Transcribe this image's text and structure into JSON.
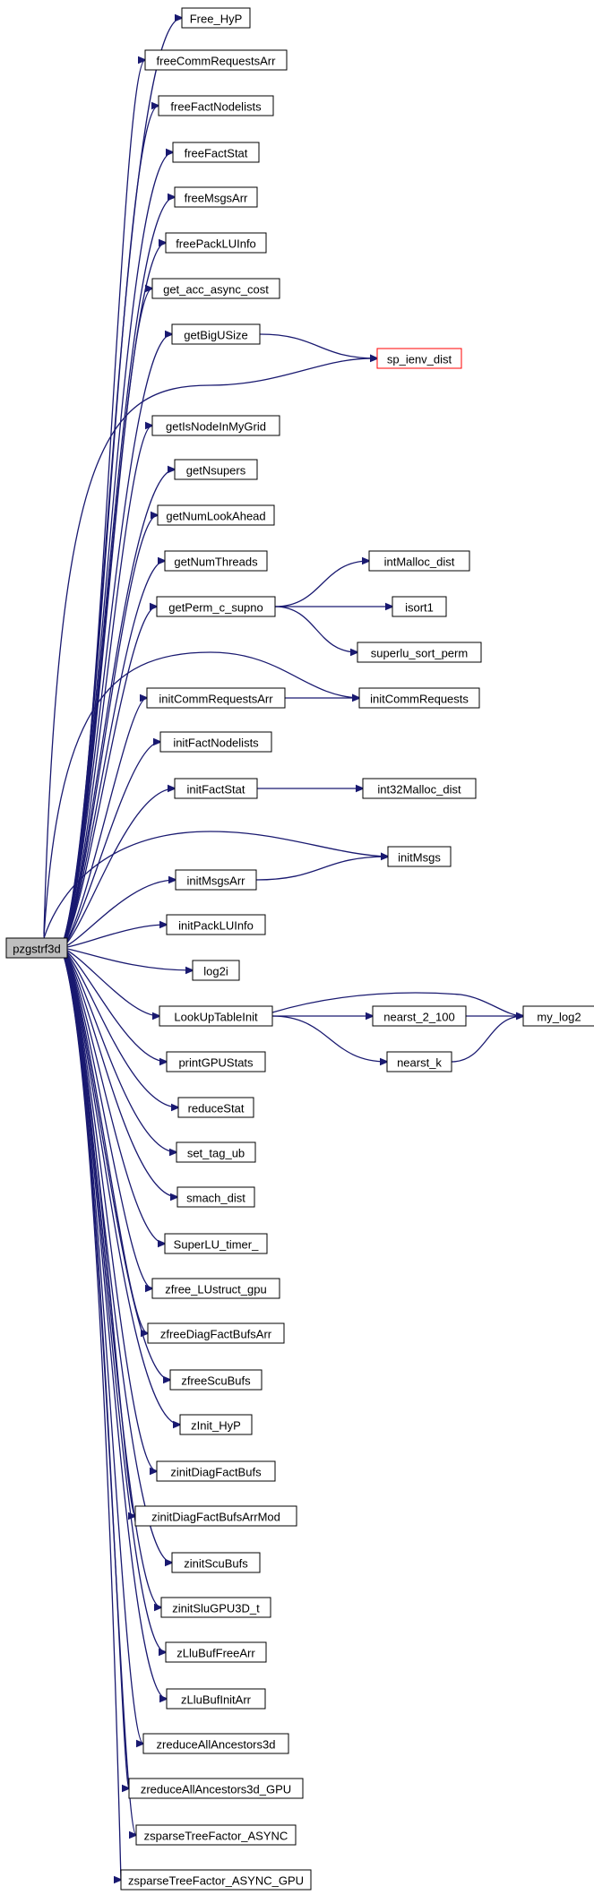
{
  "graph": {
    "edge_color": "#191970",
    "root_fill": "#bfbfbf",
    "highlight_border": "#ff0000",
    "root": "pzgstrf3d",
    "nodes": [
      {
        "id": "pzgstrf3d",
        "label": "pzgstrf3d"
      },
      {
        "id": "Free_HyP",
        "label": "Free_HyP"
      },
      {
        "id": "freeCommRequestsArr",
        "label": "freeCommRequestsArr"
      },
      {
        "id": "freeFactNodelists",
        "label": "freeFactNodelists"
      },
      {
        "id": "freeFactStat",
        "label": "freeFactStat"
      },
      {
        "id": "freeMsgsArr",
        "label": "freeMsgsArr"
      },
      {
        "id": "freePackLUInfo",
        "label": "freePackLUInfo"
      },
      {
        "id": "get_acc_async_cost",
        "label": "get_acc_async_cost"
      },
      {
        "id": "getBigUSize",
        "label": "getBigUSize"
      },
      {
        "id": "sp_ienv_dist",
        "label": "sp_ienv_dist",
        "highlight": true
      },
      {
        "id": "getIsNodeInMyGrid",
        "label": "getIsNodeInMyGrid"
      },
      {
        "id": "getNsupers",
        "label": "getNsupers"
      },
      {
        "id": "getNumLookAhead",
        "label": "getNumLookAhead"
      },
      {
        "id": "getNumThreads",
        "label": "getNumThreads"
      },
      {
        "id": "getPerm_c_supno",
        "label": "getPerm_c_supno"
      },
      {
        "id": "intMalloc_dist",
        "label": "intMalloc_dist"
      },
      {
        "id": "isort1",
        "label": "isort1"
      },
      {
        "id": "superlu_sort_perm",
        "label": "superlu_sort_perm"
      },
      {
        "id": "initCommRequestsArr",
        "label": "initCommRequestsArr"
      },
      {
        "id": "initCommRequests",
        "label": "initCommRequests"
      },
      {
        "id": "initFactNodelists",
        "label": "initFactNodelists"
      },
      {
        "id": "initFactStat",
        "label": "initFactStat"
      },
      {
        "id": "int32Malloc_dist",
        "label": "int32Malloc_dist"
      },
      {
        "id": "initMsgs",
        "label": "initMsgs"
      },
      {
        "id": "initMsgsArr",
        "label": "initMsgsArr"
      },
      {
        "id": "initPackLUInfo",
        "label": "initPackLUInfo"
      },
      {
        "id": "log2i",
        "label": "log2i"
      },
      {
        "id": "LookUpTableInit",
        "label": "LookUpTableInit"
      },
      {
        "id": "my_log2",
        "label": "my_log2"
      },
      {
        "id": "nearst_2_100",
        "label": "nearst_2_100"
      },
      {
        "id": "nearst_k",
        "label": "nearst_k"
      },
      {
        "id": "printGPUStats",
        "label": "printGPUStats"
      },
      {
        "id": "reduceStat",
        "label": "reduceStat"
      },
      {
        "id": "set_tag_ub",
        "label": "set_tag_ub"
      },
      {
        "id": "smach_dist",
        "label": "smach_dist"
      },
      {
        "id": "SuperLU_timer_",
        "label": "SuperLU_timer_"
      },
      {
        "id": "zfree_LUstruct_gpu",
        "label": "zfree_LUstruct_gpu"
      },
      {
        "id": "zfreeDiagFactBufsArr",
        "label": "zfreeDiagFactBufsArr"
      },
      {
        "id": "zfreeScuBufs",
        "label": "zfreeScuBufs"
      },
      {
        "id": "zInit_HyP",
        "label": "zInit_HyP"
      },
      {
        "id": "zinitDiagFactBufs",
        "label": "zinitDiagFactBufs"
      },
      {
        "id": "zinitDiagFactBufsArrMod",
        "label": "zinitDiagFactBufsArrMod"
      },
      {
        "id": "zinitScuBufs",
        "label": "zinitScuBufs"
      },
      {
        "id": "zinitSluGPU3D_t",
        "label": "zinitSluGPU3D_t"
      },
      {
        "id": "zLluBufFreeArr",
        "label": "zLluBufFreeArr"
      },
      {
        "id": "zLluBufInitArr",
        "label": "zLluBufInitArr"
      },
      {
        "id": "zreduceAllAncestors3d",
        "label": "zreduceAllAncestors3d"
      },
      {
        "id": "zreduceAllAncestors3d_GPU",
        "label": "zreduceAllAncestors3d_GPU"
      },
      {
        "id": "zsparseTreeFactor_ASYNC",
        "label": "zsparseTreeFactor_ASYNC"
      },
      {
        "id": "zsparseTreeFactor_ASYNC_GPU",
        "label": "zsparseTreeFactor_ASYNC_GPU"
      }
    ],
    "edges": [
      [
        "pzgstrf3d",
        "Free_HyP"
      ],
      [
        "pzgstrf3d",
        "freeCommRequestsArr"
      ],
      [
        "pzgstrf3d",
        "freeFactNodelists"
      ],
      [
        "pzgstrf3d",
        "freeFactStat"
      ],
      [
        "pzgstrf3d",
        "freeMsgsArr"
      ],
      [
        "pzgstrf3d",
        "freePackLUInfo"
      ],
      [
        "pzgstrf3d",
        "get_acc_async_cost"
      ],
      [
        "pzgstrf3d",
        "getBigUSize"
      ],
      [
        "pzgstrf3d",
        "sp_ienv_dist"
      ],
      [
        "getBigUSize",
        "sp_ienv_dist"
      ],
      [
        "pzgstrf3d",
        "getIsNodeInMyGrid"
      ],
      [
        "pzgstrf3d",
        "getNsupers"
      ],
      [
        "pzgstrf3d",
        "getNumLookAhead"
      ],
      [
        "pzgstrf3d",
        "getNumThreads"
      ],
      [
        "pzgstrf3d",
        "getPerm_c_supno"
      ],
      [
        "getPerm_c_supno",
        "intMalloc_dist"
      ],
      [
        "getPerm_c_supno",
        "isort1"
      ],
      [
        "getPerm_c_supno",
        "superlu_sort_perm"
      ],
      [
        "pzgstrf3d",
        "initCommRequests"
      ],
      [
        "pzgstrf3d",
        "initCommRequestsArr"
      ],
      [
        "initCommRequestsArr",
        "initCommRequests"
      ],
      [
        "pzgstrf3d",
        "initFactNodelists"
      ],
      [
        "pzgstrf3d",
        "initFactStat"
      ],
      [
        "initFactStat",
        "int32Malloc_dist"
      ],
      [
        "pzgstrf3d",
        "initMsgs"
      ],
      [
        "pzgstrf3d",
        "initMsgsArr"
      ],
      [
        "initMsgsArr",
        "initMsgs"
      ],
      [
        "pzgstrf3d",
        "initPackLUInfo"
      ],
      [
        "pzgstrf3d",
        "log2i"
      ],
      [
        "pzgstrf3d",
        "LookUpTableInit"
      ],
      [
        "LookUpTableInit",
        "my_log2"
      ],
      [
        "LookUpTableInit",
        "nearst_2_100"
      ],
      [
        "LookUpTableInit",
        "nearst_k"
      ],
      [
        "nearst_2_100",
        "my_log2"
      ],
      [
        "nearst_k",
        "my_log2"
      ],
      [
        "pzgstrf3d",
        "printGPUStats"
      ],
      [
        "pzgstrf3d",
        "reduceStat"
      ],
      [
        "pzgstrf3d",
        "set_tag_ub"
      ],
      [
        "pzgstrf3d",
        "smach_dist"
      ],
      [
        "pzgstrf3d",
        "SuperLU_timer_"
      ],
      [
        "pzgstrf3d",
        "zfree_LUstruct_gpu"
      ],
      [
        "pzgstrf3d",
        "zfreeDiagFactBufsArr"
      ],
      [
        "pzgstrf3d",
        "zfreeScuBufs"
      ],
      [
        "pzgstrf3d",
        "zInit_HyP"
      ],
      [
        "pzgstrf3d",
        "zinitDiagFactBufs"
      ],
      [
        "pzgstrf3d",
        "zinitDiagFactBufsArrMod"
      ],
      [
        "pzgstrf3d",
        "zinitScuBufs"
      ],
      [
        "pzgstrf3d",
        "zinitSluGPU3D_t"
      ],
      [
        "pzgstrf3d",
        "zLluBufFreeArr"
      ],
      [
        "pzgstrf3d",
        "zLluBufInitArr"
      ],
      [
        "pzgstrf3d",
        "zreduceAllAncestors3d"
      ],
      [
        "pzgstrf3d",
        "zreduceAllAncestors3d_GPU"
      ],
      [
        "pzgstrf3d",
        "zsparseTreeFactor_ASYNC"
      ],
      [
        "pzgstrf3d",
        "zsparseTreeFactor_ASYNC_GPU"
      ]
    ]
  }
}
